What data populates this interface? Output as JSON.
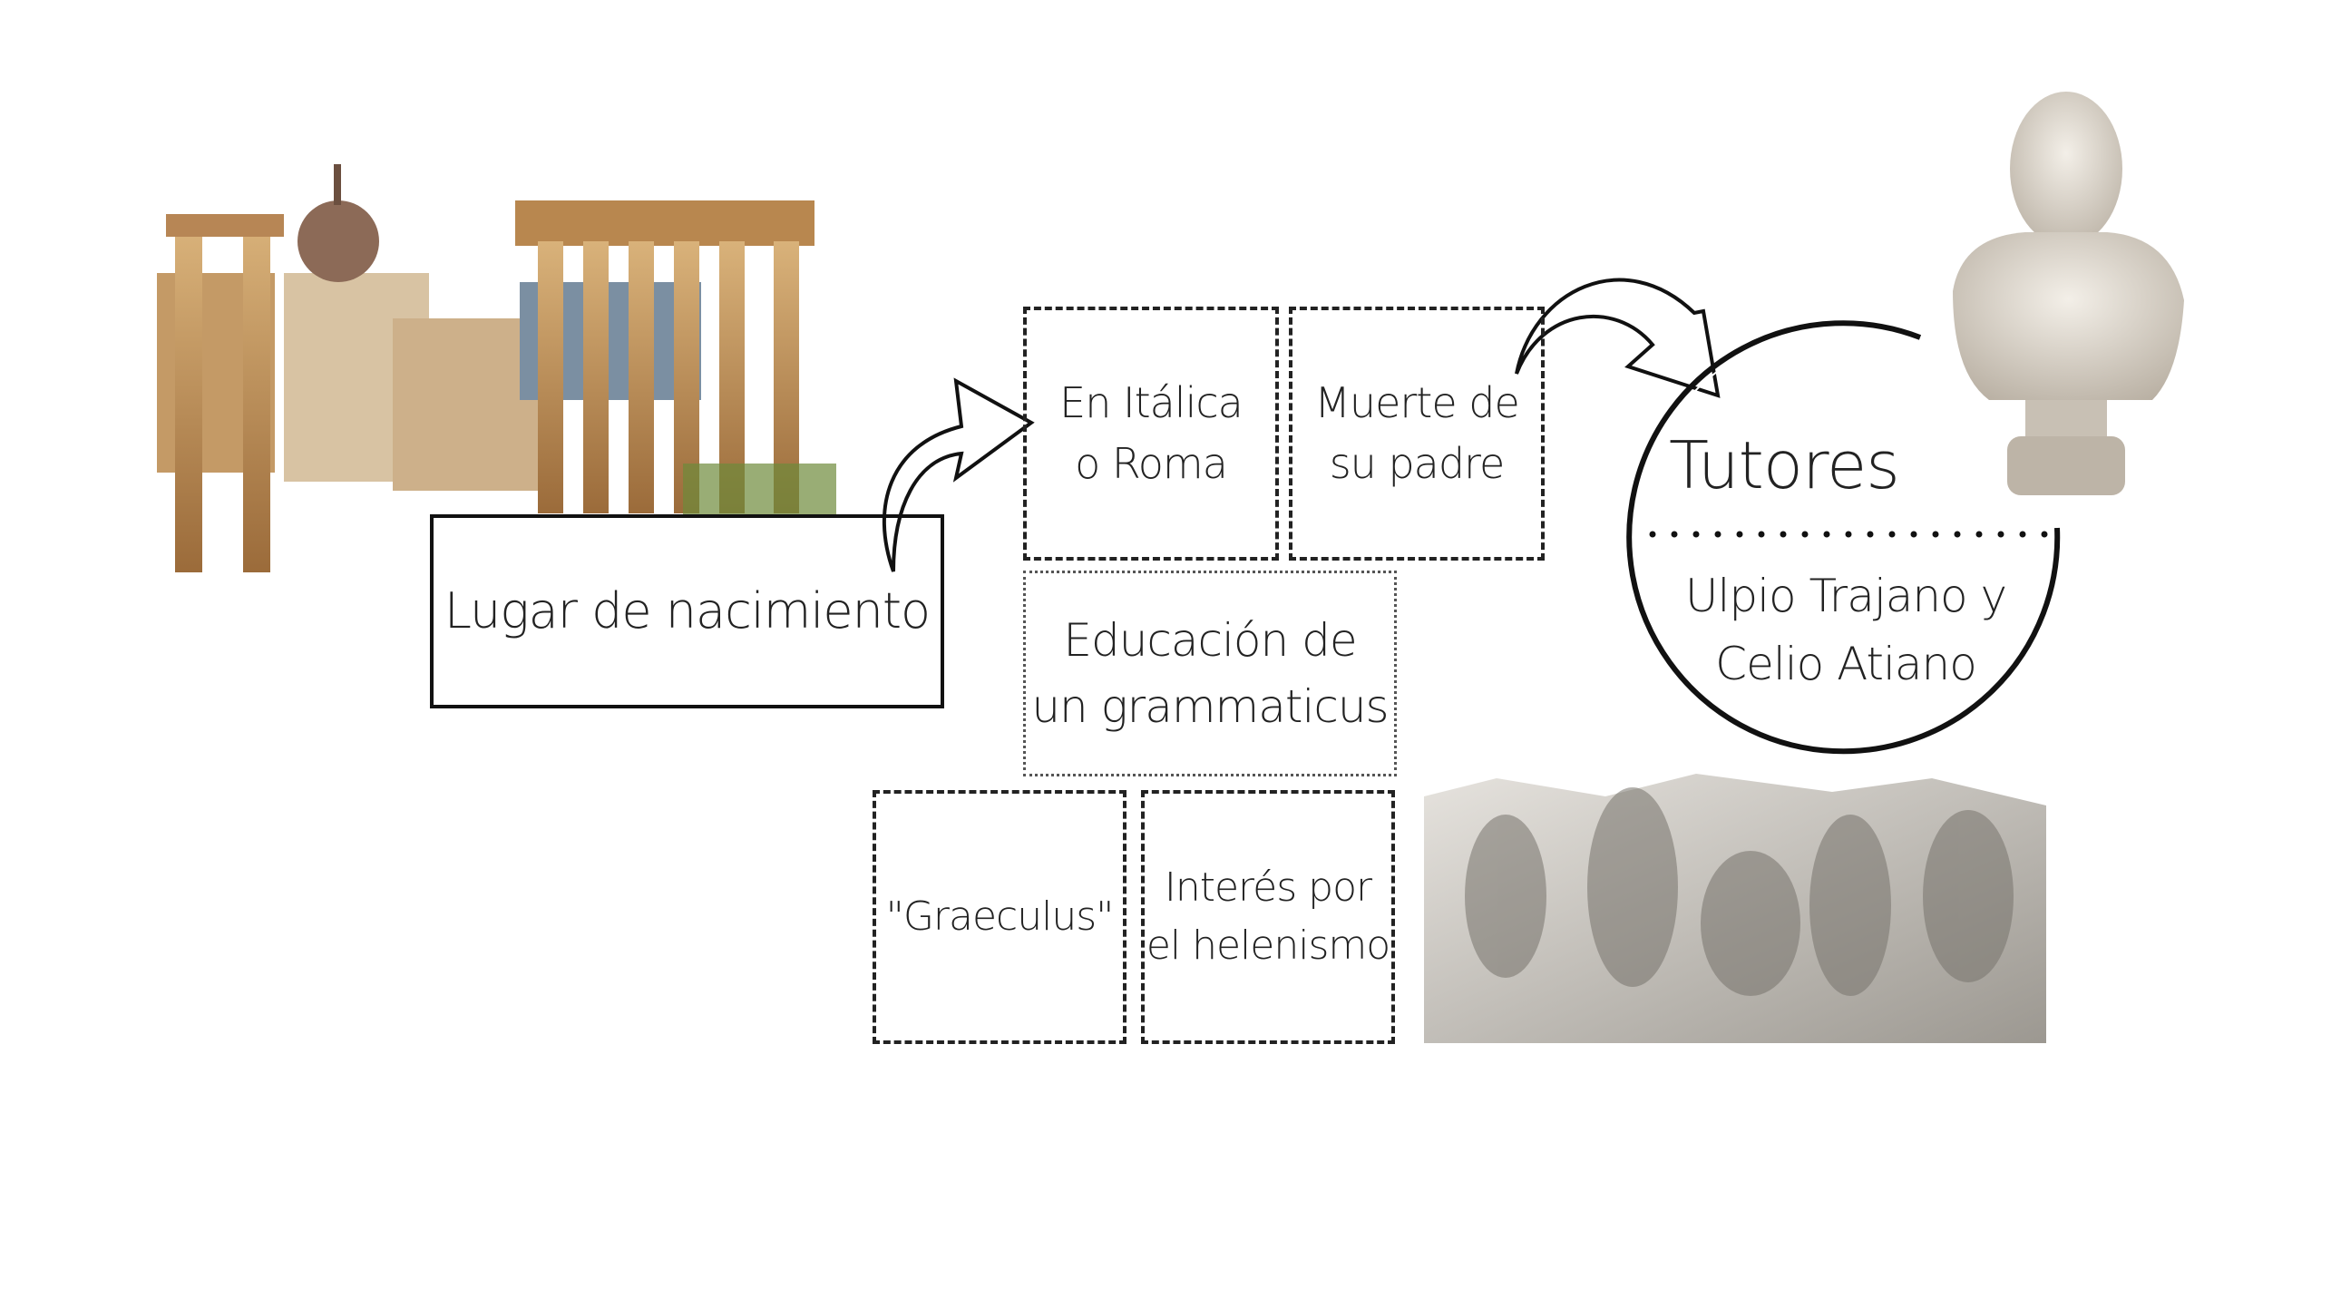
{
  "root": {
    "label": "Lugar de nacimiento"
  },
  "birthplace_options": [
    {
      "label": "En Itálica\no Roma"
    },
    {
      "label": "Muerte de\nsu padre"
    }
  ],
  "education": {
    "label": "Educación de\nun grammaticus"
  },
  "education_details": [
    {
      "label": "\"Graeculus\""
    },
    {
      "label": "Interés por\nel helenismo"
    }
  ],
  "tutors": {
    "title": "Tutores",
    "names": "Ulpio Trajano y\nCelio Atiano"
  },
  "colors": {
    "line": "#111111",
    "background": "#ffffff"
  }
}
